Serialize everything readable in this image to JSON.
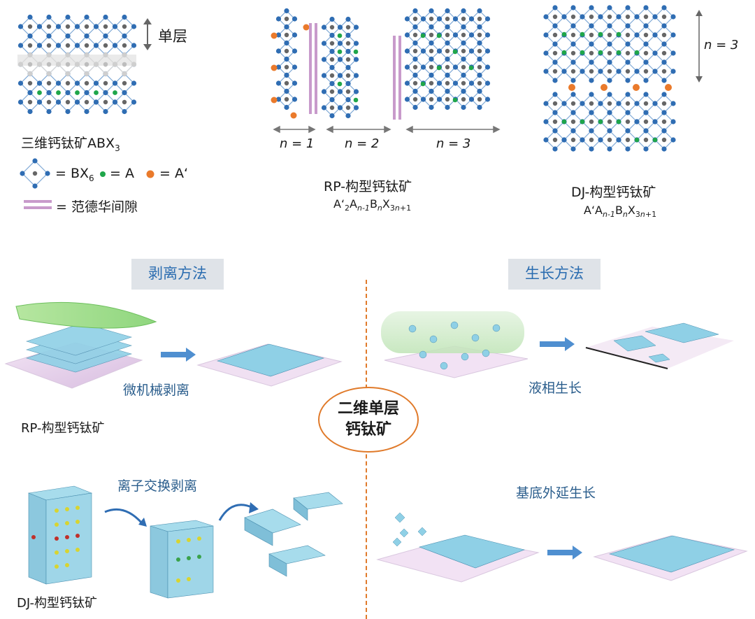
{
  "top": {
    "three_d": {
      "monolayer_label": "单层",
      "name_label": "三维钙钛矿ABX",
      "name_sub": "3"
    },
    "legend": {
      "bx6_label": "= BX",
      "bx6_sub": "6",
      "a_label": "= A",
      "a_prime_label": "= A‘",
      "vdw_label": "= 范德华间隙"
    },
    "rp": {
      "n1": "n = 1",
      "n2": "n = 2",
      "n3": "n = 3",
      "title": "RP-构型钙钛矿",
      "formula": "A‘2An-1BnX3n+1"
    },
    "dj": {
      "n3": "n = 3",
      "title": "DJ-构型钙钛矿",
      "formula": "A‘An-1BnX3n+1"
    }
  },
  "bottom": {
    "exfoliation_title": "剥离方法",
    "growth_title": "生长方法",
    "center_line1": "二维单层",
    "center_line2": "钙钛矿",
    "mech_exfoliation": "微机械剥离",
    "rp_label": "RP-构型钙钛矿",
    "ion_exchange": "离子交换剥离",
    "dj_label": "DJ-构型钙钛矿",
    "liquid_growth": "液相生长",
    "epitaxy": "基底外延生长"
  },
  "colors": {
    "octahedron": "#2f6db3",
    "b_site": "#666666",
    "a_site": "#1fa64a",
    "a_prime": "#ea7a2b",
    "vdw_gap": "#c89acb",
    "accent_blue": "#2a6cb0",
    "divider": "#e07a2a",
    "arrow": "#4f8fd0"
  }
}
